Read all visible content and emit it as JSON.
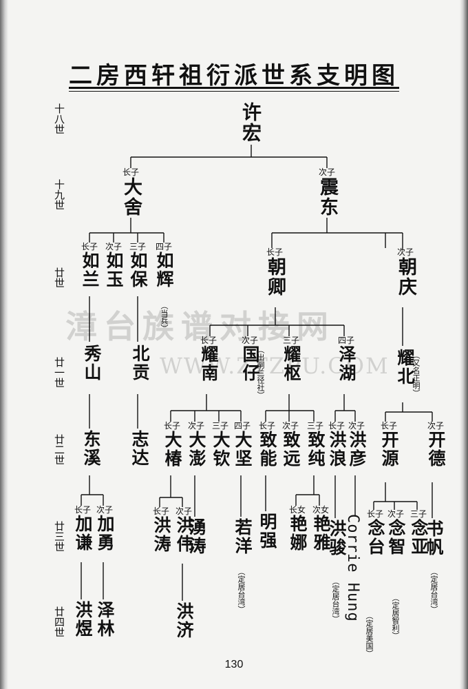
{
  "title": "二房西轩祖衍派世系支明图",
  "page_number": "130",
  "watermark": {
    "line1": "漳台族谱对接网",
    "line2": "WWW.ZTZPU.COM"
  },
  "generations": [
    "十八世",
    "十九世",
    "廿世",
    "廿一世",
    "廿二世",
    "廿三世",
    "廿四世"
  ],
  "persons": {
    "p18": {
      "name": "许",
      "name2": "",
      "rank": ""
    },
    "p18b": {
      "name": "宏",
      "rank": ""
    },
    "daS": {
      "name": "大舍",
      "rank": "长子"
    },
    "zhD": {
      "name": "震东",
      "rank": "次子"
    },
    "ruL": {
      "name": "如兰",
      "rank": "长子"
    },
    "ruY": {
      "name": "如玉",
      "rank": "次子"
    },
    "ruB": {
      "name": "如保",
      "rank": "三子"
    },
    "ruH": {
      "name": "如辉",
      "rank": "四子"
    },
    "zqX": {
      "name": "朝卿",
      "rank": "长子"
    },
    "zqQ": {
      "name": "朝庆",
      "rank": "次子"
    },
    "xiuS": {
      "name": "秀山",
      "rank": ""
    },
    "beiG": {
      "name": "北贡",
      "rank": ""
    },
    "yaoN": {
      "name": "耀南",
      "rank": "长子"
    },
    "guoZ": {
      "name": "国仔",
      "rank": "次子"
    },
    "yaoS": {
      "name": "耀枢",
      "rank": "三子"
    },
    "zeH": {
      "name": "泽湖",
      "rank": "四子"
    },
    "yaoB": {
      "name": "耀北",
      "rank": ""
    },
    "dongX": {
      "name": "东溪",
      "rank": ""
    },
    "zhiD": {
      "name": "志达",
      "rank": ""
    },
    "daC": {
      "name": "大椿",
      "rank": "长子"
    },
    "daP": {
      "name": "大澎",
      "rank": "次子"
    },
    "daQ": {
      "name": "大钦",
      "rank": "三子"
    },
    "daJ": {
      "name": "大坚",
      "rank": "四子"
    },
    "zhiN": {
      "name": "致能",
      "rank": "长子"
    },
    "zhiY": {
      "name": "致远",
      "rank": "次子"
    },
    "zhiC": {
      "name": "致纯",
      "rank": "三子"
    },
    "hongL": {
      "name": "洪浪",
      "rank": "长子"
    },
    "hongYan": {
      "name": "洪彦",
      "rank": "次子"
    },
    "kaiY": {
      "name": "开源",
      "rank": "长子"
    },
    "kaiD": {
      "name": "开德",
      "rank": "次子"
    },
    "jiaQ": {
      "name": "加谦",
      "rank": "长子"
    },
    "jiaY": {
      "name": "加勇",
      "rank": "次子"
    },
    "hongT": {
      "name": "洪涛",
      "rank": "长子"
    },
    "hongW": {
      "name": "洪伟",
      "rank": "次子"
    },
    "yongT": {
      "name": "湧涛",
      "rank": ""
    },
    "ruoY": {
      "name": "若洋",
      "rank": ""
    },
    "mingQ": {
      "name": "明强",
      "rank": ""
    },
    "yanN": {
      "name": "艳娜",
      "rank": "长女"
    },
    "yanYa": {
      "name": "艳雅",
      "rank": "次女"
    },
    "hongJun": {
      "name": "洪骏",
      "rank": ""
    },
    "nianT": {
      "name": "念台",
      "rank": "长子"
    },
    "nianZ": {
      "name": "念智",
      "rank": "次子"
    },
    "nianA": {
      "name": "念亚",
      "rank": "三子"
    },
    "shuF": {
      "name": "书帆",
      "rank": ""
    },
    "hongY": {
      "name": "洪煜",
      "rank": ""
    },
    "zeL": {
      "name": "泽林",
      "rank": ""
    },
    "hongJi": {
      "name": "洪济",
      "rank": ""
    }
  },
  "notes": {
    "dangbing": "（当兵）",
    "chuci": "（出嗣兰径社）",
    "youming": "（又名正明）",
    "ding_ruoyang": "（定居台湾）",
    "ding_hongjun": "（定居台湾）",
    "ding_usa": "（定居美国）",
    "ding_chile": "（定居智利）",
    "ding_shufan": "（定居台湾）"
  },
  "corrie": "Corrie Hung"
}
